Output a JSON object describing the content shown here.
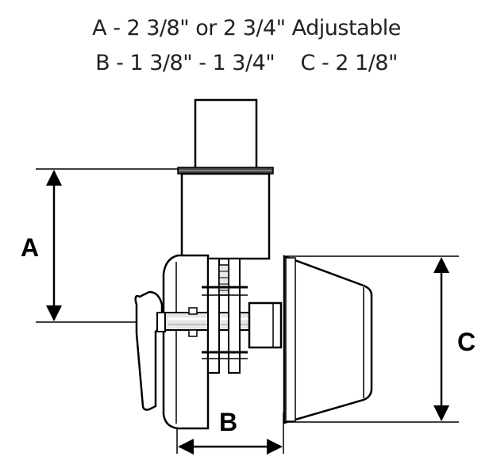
{
  "header": {
    "line1": "A - 2 3/8\" or 2 3/4\" Adjustable",
    "line2": "B - 1 3/8\" - 1 3/4\"    C - 2 1/8\""
  },
  "dimensions": {
    "a_label": "A",
    "b_label": "B",
    "c_label": "C"
  },
  "colors": {
    "line": "#000000",
    "fill": "#ffffff",
    "shade": "#e6e6e6"
  }
}
